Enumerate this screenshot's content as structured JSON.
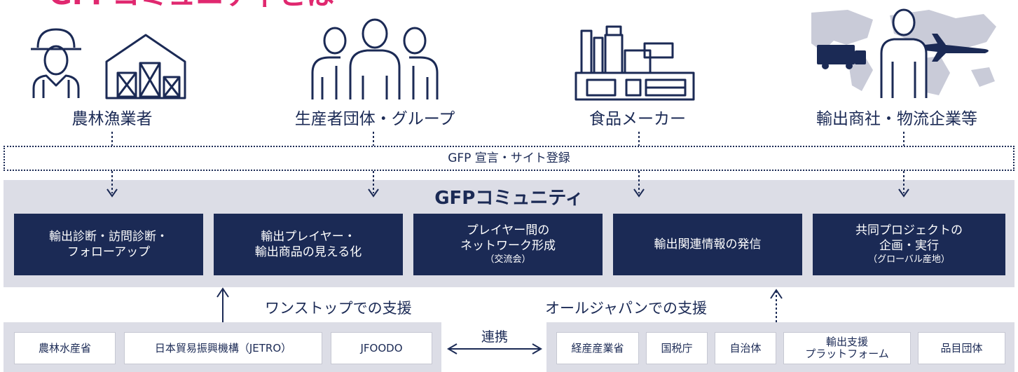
{
  "header": {
    "fragment": "GFPコミュニティとは"
  },
  "participants": [
    {
      "label": "農林漁業者",
      "icon": "farmer-barn-icon"
    },
    {
      "label": "生産者団体・グループ",
      "icon": "group-people-icon"
    },
    {
      "label": "食品メーカー",
      "icon": "factory-icon"
    },
    {
      "label": "輸出商社・物流企業等",
      "icon": "export-logistics-icon"
    }
  ],
  "registration": {
    "label": "GFP 宣言・サイト登録"
  },
  "community": {
    "title": "GFPコミュニティ",
    "services": [
      {
        "lines": [
          "輸出診断・訪問診断・",
          "フォローアップ"
        ],
        "sub": ""
      },
      {
        "lines": [
          "輸出プレイヤー・",
          "輸出商品の見える化"
        ],
        "sub": ""
      },
      {
        "lines": [
          "プレイヤー間の",
          "ネットワーク形成"
        ],
        "sub": "（交流会）"
      },
      {
        "lines": [
          "輸出関連情報の発信"
        ],
        "sub": ""
      },
      {
        "lines": [
          "共同プロジェクトの",
          "企画・実行"
        ],
        "sub": "（グローバル産地）"
      }
    ]
  },
  "support": {
    "left_label": "ワンストップでの支援",
    "right_label": "オールジャパンでの支援",
    "link_label": "連携",
    "left_orgs": [
      "農林水産省",
      "日本貿易振興機構（JETRO）",
      "JFOODO"
    ],
    "right_orgs": [
      "経産産業省",
      "国税庁",
      "自治体",
      "輸出支援\nプラットフォーム",
      "品目団体"
    ]
  },
  "colors": {
    "navy": "#1b2a55",
    "band": "#dcdde6",
    "accent": "#e0286f",
    "map": "#c9cbd8"
  }
}
